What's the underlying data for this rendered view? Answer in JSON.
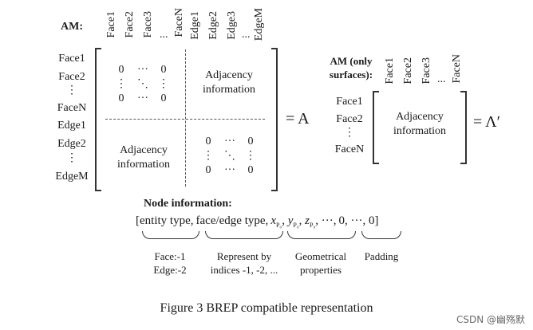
{
  "am_label": "AM:",
  "col_faces": [
    "Face1",
    "Face2",
    "Face3",
    "...",
    "FaceN"
  ],
  "col_edges": [
    "Edge1",
    "Edge2",
    "Edge3",
    "...",
    "EdgeM"
  ],
  "row_labels": [
    "Face1",
    "Face2",
    "⋮",
    "FaceN",
    "Edge1",
    "Edge2",
    "⋮",
    "EdgeM"
  ],
  "zero_block": {
    "r1": [
      "0",
      "···",
      "0"
    ],
    "r2": [
      "⋮",
      "⋱",
      "⋮"
    ],
    "r3": [
      "0",
      "···",
      "0"
    ]
  },
  "adjacency_text": "Adjacency information",
  "eq_A": "= A",
  "am_surfaces_label": "AM (only surfaces):",
  "surf_cols": [
    "Face1",
    "Face2",
    "Face3",
    "...",
    "FaceN"
  ],
  "surf_rows": [
    "Face1",
    "Face2",
    "⋮",
    "FaceN"
  ],
  "eq_lambda": "= Λ′",
  "node_info_label": "Node information:",
  "node_vector": {
    "open": "[",
    "entity": "entity type",
    "sep": ",",
    "faceedge": "face/edge type",
    "geom": "x",
    "pad": "0, ···, 0",
    "close": "]"
  },
  "captions": {
    "entity_1": "Face:-1",
    "entity_2": "Edge:-2",
    "type_1": "Represent by",
    "type_2": "indices -1, -2, ...",
    "geom_1": "Geometrical",
    "geom_2": "properties",
    "pad": "Padding"
  },
  "figure_caption": "Figure 3 BREP compatible representation",
  "watermark": "CSDN @幽殇默"
}
